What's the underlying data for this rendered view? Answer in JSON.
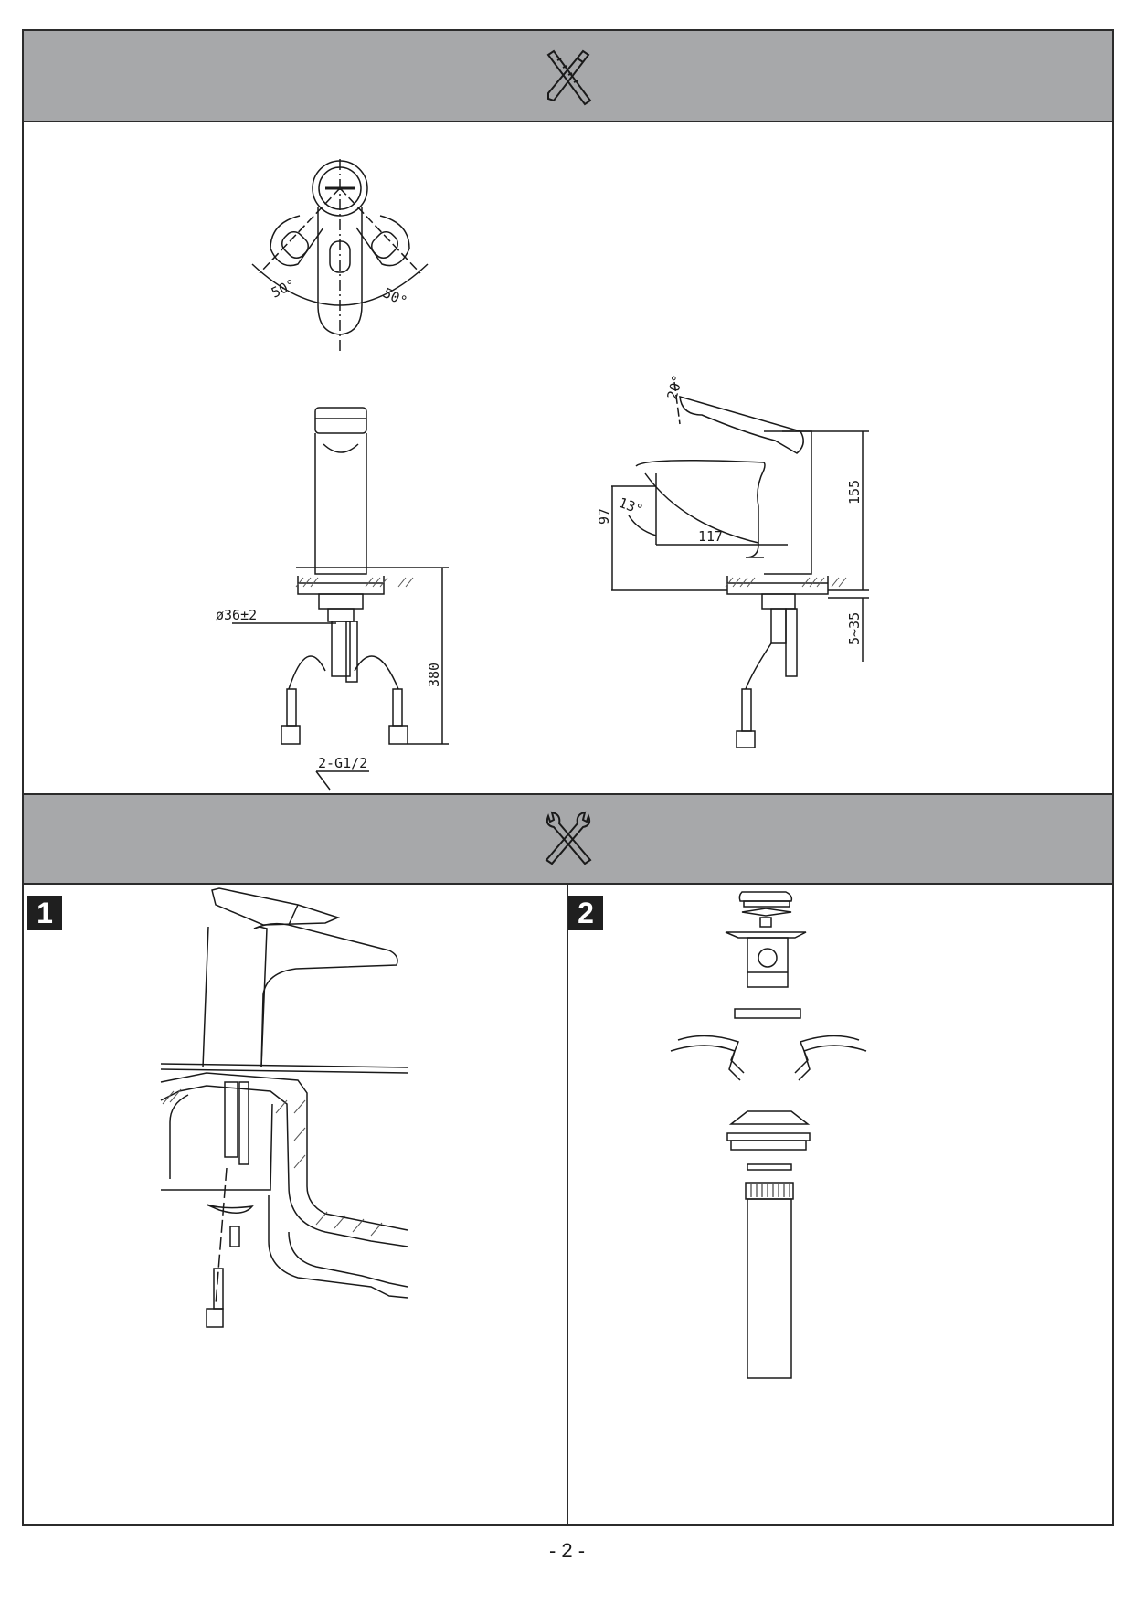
{
  "header": {
    "icon": "ruler-pencil-icon"
  },
  "install_header": {
    "icon": "crossed-wrenches-icon"
  },
  "dimensions": {
    "angle_left": "50°",
    "angle_right": "50°",
    "lever_tilt": "20°",
    "spout_angle": "13°",
    "height_spout": "97",
    "spout_reach": "117",
    "total_height": "155",
    "deck_thickness": "5~35",
    "hole_diameter": "ø36±2",
    "hose_length": "380",
    "hose_thread": "2-G1/2"
  },
  "steps": [
    {
      "number": "1"
    },
    {
      "number": "2"
    }
  ],
  "footer": {
    "page": "- 2 -"
  }
}
